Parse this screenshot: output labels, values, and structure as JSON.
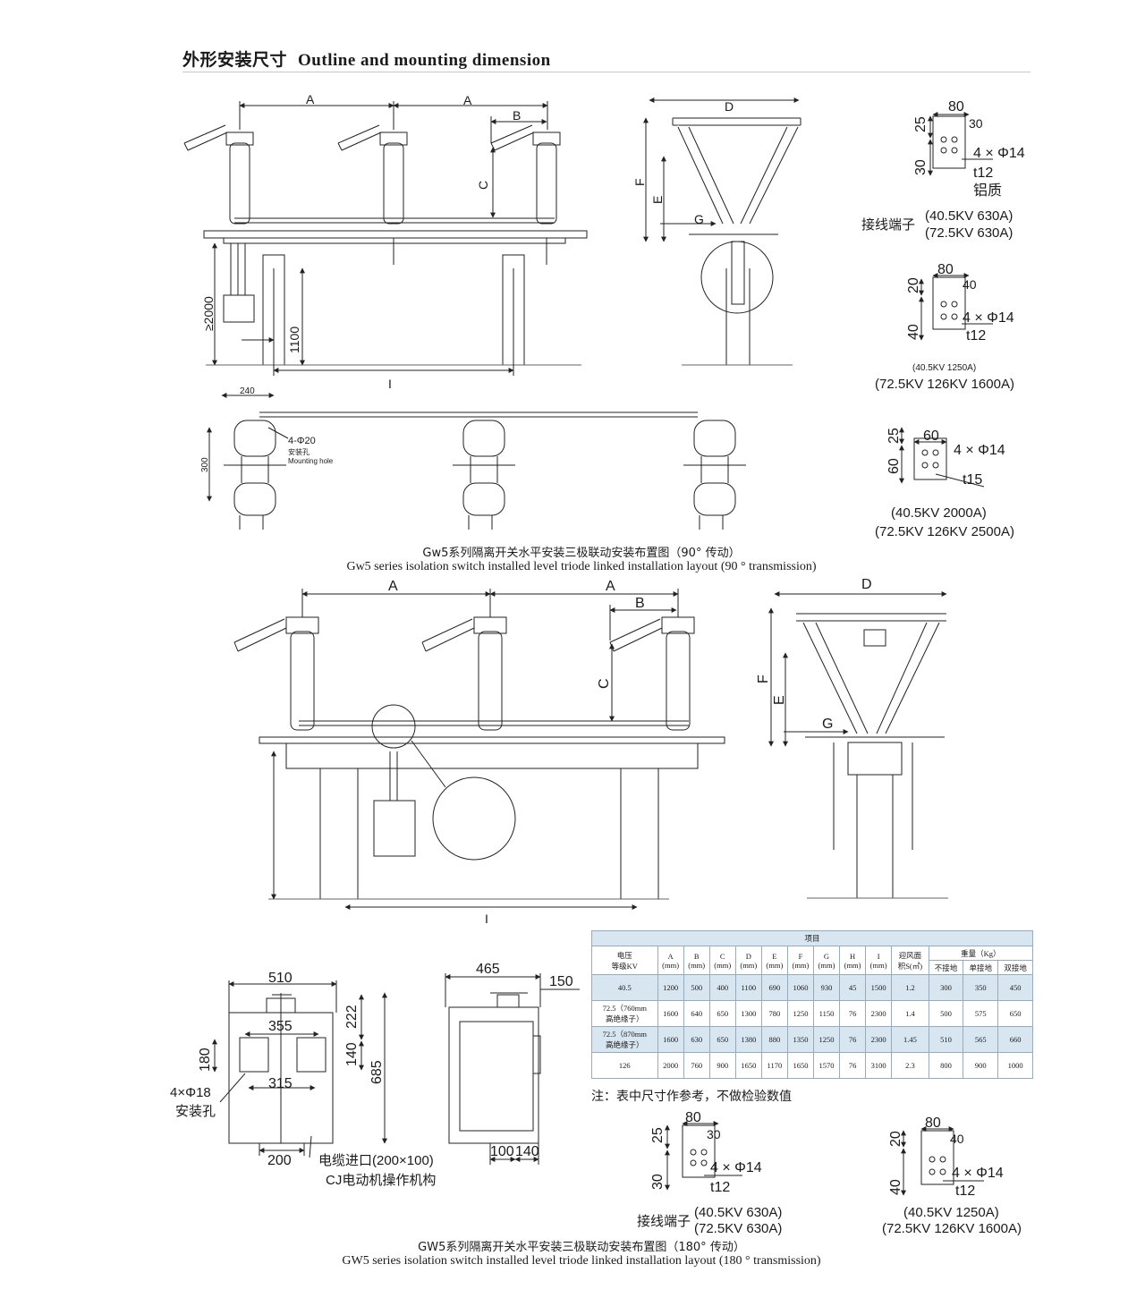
{
  "header": {
    "title_zh": "外形安装尺寸",
    "title_en": "Outline and mounting dimension"
  },
  "fig1": {
    "front": {
      "A1": "A",
      "A2": "A",
      "B": "B",
      "C": "C",
      "H": "≥2000",
      "h": "1100",
      "I": "I"
    },
    "side": {
      "D": "D",
      "F": "F",
      "E": "E",
      "G": "G"
    },
    "plan": {
      "w": "240",
      "h": "300",
      "hole": "4-Φ20",
      "hole_zh": "安装孔",
      "hole_en": "Mounting hole"
    },
    "caption_zh": "Gw5系列隔离开关水平安装三极联动安装布置图（90°  传动）",
    "caption_en": "Gw5 series isolation switch installed level triode linked installation layout (90 ° transmission)"
  },
  "terminals": {
    "t1": {
      "w": "80",
      "w2": "30",
      "h1": "25",
      "h2": "30",
      "hole": "4 × Φ14",
      "t": "t12",
      "mat": "铝质",
      "label": "接线端子",
      "r1": "(40.5KV 630A)",
      "r2": "(72.5KV 630A)"
    },
    "t2": {
      "w": "80",
      "w2": "40",
      "h1": "20",
      "h2": "40",
      "hole": "4 × Φ14",
      "t": "t12",
      "r1": "(40.5KV 1250A)",
      "r2": "(72.5KV 126KV 1600A)"
    },
    "t3": {
      "w": "60",
      "h1": "25",
      "h2": "60",
      "hole": "4 × Φ14",
      "t": "t15",
      "r1": "(40.5KV 2000A)",
      "r2": "(72.5KV 126KV 2500A)"
    }
  },
  "fig2": {
    "front": {
      "A1": "A",
      "A2": "A",
      "B": "B",
      "C": "C",
      "I": "I"
    },
    "side": {
      "D": "D",
      "F": "F",
      "E": "E",
      "G": "G"
    }
  },
  "box": {
    "front": {
      "w": "510",
      "w1": "355",
      "w2": "315",
      "h1": "180",
      "h2": "222",
      "h3": "140",
      "h4": "685",
      "hole": "4×Φ18",
      "hole_zh": "安装孔",
      "b": "200",
      "cable": "电缆进口(200×100)",
      "mech": "CJ电动机操作机构"
    },
    "side": {
      "w": "465",
      "w2": "150",
      "b1": "100",
      "b2": "140"
    }
  },
  "table": {
    "group": "项目",
    "headers": [
      "电压\n等级KV",
      "A\n(mm)",
      "B\n(mm)",
      "C\n(mm)",
      "D\n(mm)",
      "E\n(mm)",
      "F\n(mm)",
      "G\n(mm)",
      "H\n(mm)",
      "I\n(mm)",
      "迎风面\n积S(㎡)"
    ],
    "weight_header": "重量（Kg）",
    "weight_sub": [
      "不接地",
      "单接地",
      "双接地"
    ],
    "rows": [
      [
        "40.5",
        "1200",
        "500",
        "400",
        "1100",
        "690",
        "1060",
        "930",
        "45",
        "1500",
        "1.2",
        "300",
        "350",
        "450"
      ],
      [
        "72.5（760mm\n高绝缘子）",
        "1600",
        "640",
        "650",
        "1300",
        "780",
        "1250",
        "1150",
        "76",
        "2300",
        "1.4",
        "500",
        "575",
        "650"
      ],
      [
        "72.5（870mm\n高绝缘子）",
        "1600",
        "630",
        "650",
        "1380",
        "880",
        "1350",
        "1250",
        "76",
        "2300",
        "1.45",
        "510",
        "565",
        "660"
      ],
      [
        "126",
        "2000",
        "760",
        "900",
        "1650",
        "1170",
        "1650",
        "1570",
        "76",
        "3100",
        "2.3",
        "800",
        "900",
        "1000"
      ]
    ],
    "note": "注：表中尺寸作参考，不做检验数值"
  },
  "terminals2": {
    "t1": {
      "w": "80",
      "w2": "30",
      "h1": "25",
      "h2": "30",
      "hole": "4 × Φ14",
      "t": "t12",
      "label": "接线端子",
      "r1": "(40.5KV 630A)",
      "r2": "(72.5KV 630A)"
    },
    "t2": {
      "w": "80",
      "w2": "40",
      "h1": "20",
      "h2": "40",
      "hole": "4 × Φ14",
      "t": "t12",
      "r1": "(40.5KV 1250A)",
      "r2": "(72.5KV 126KV 1600A)"
    }
  },
  "fig2cap": {
    "caption_zh": "GW5系列隔离开关水平安装三极联动安装布置图（180°  传动）",
    "caption_en": "GW5 series isolation switch installed level triode linked installation layout (180 ° transmission)"
  }
}
